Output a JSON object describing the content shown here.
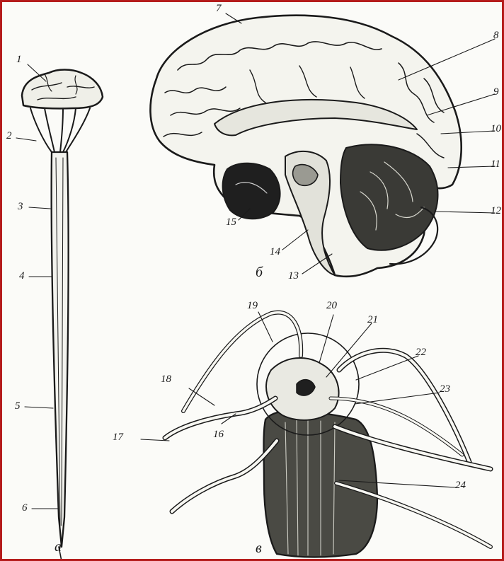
{
  "panels": {
    "a": "а",
    "b": "б",
    "c": "в"
  },
  "labels": {
    "l1": "1",
    "l2": "2",
    "l3": "3",
    "l4": "4",
    "l5": "5",
    "l6": "6",
    "l7": "7",
    "l8": "8",
    "l9": "9",
    "l10": "10",
    "l11": "11",
    "l12": "12",
    "l13": "13",
    "l14": "14",
    "l15": "15",
    "l16": "16",
    "l17": "17",
    "l18": "18",
    "l19": "19",
    "l20": "20",
    "l21": "21",
    "l22": "22",
    "l23": "23",
    "l24": "24"
  },
  "colors": {
    "ink": "#1a1a1a",
    "frame": "#b51c1c",
    "paper": "#fbfbf8"
  }
}
